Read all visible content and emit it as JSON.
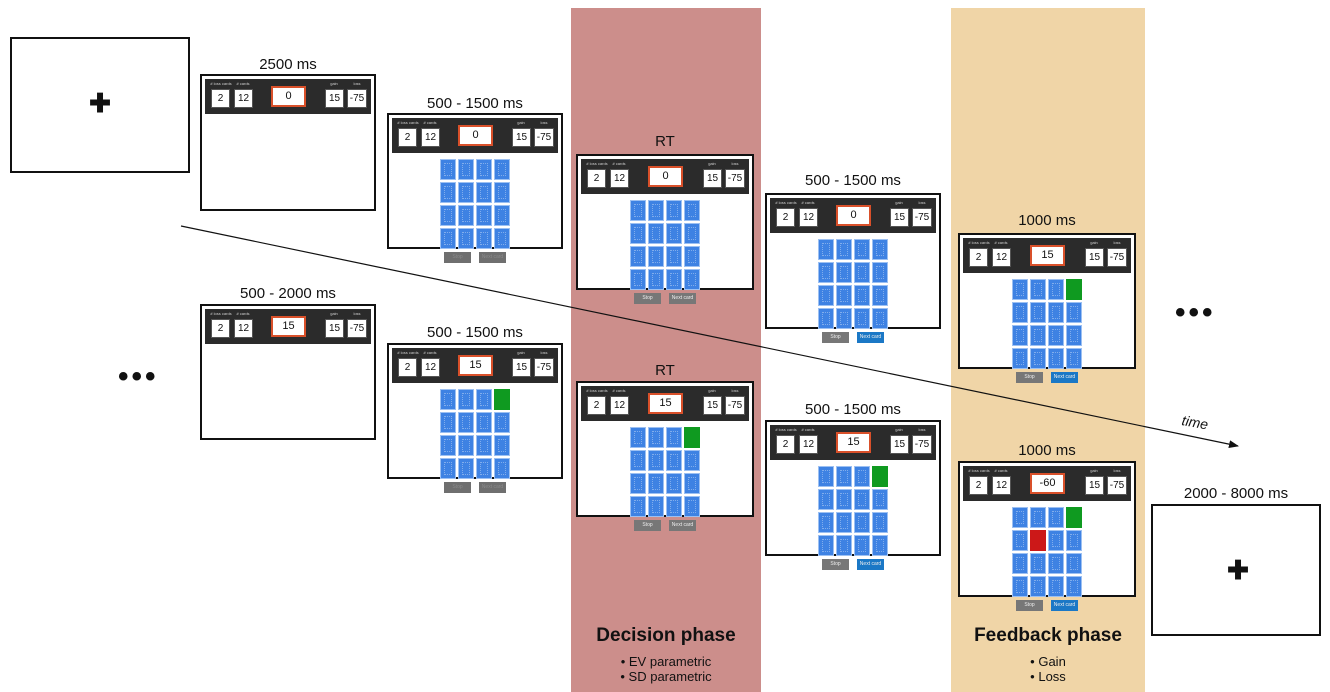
{
  "phases": {
    "decision": {
      "title": "Decision phase",
      "items": [
        "EV parametric",
        "SD parametric"
      ],
      "color": "#cc8e8b"
    },
    "feedback": {
      "title": "Feedback phase",
      "items": [
        "Gain",
        "Loss"
      ],
      "color": "#f0d5a7"
    }
  },
  "fixation_symbol": "✚",
  "ellipsis": "•••",
  "time_label": "time",
  "card_back_color": "#3e82e3",
  "reveal_gain_color": "#0f9a20",
  "reveal_loss_color": "#cc1818",
  "value_box_border_color": "#d9502a",
  "top_row": {
    "durations": [
      "2500 ms",
      "500 - 1500 ms",
      "RT",
      "500 - 1500 ms",
      "1000 ms"
    ],
    "screens": [
      {
        "n_loss": "2",
        "n_cards": "12",
        "value": "0",
        "gain": "15",
        "loss": "-75"
      },
      {
        "n_loss": "2",
        "n_cards": "12",
        "value": "0",
        "gain": "15",
        "loss": "-75",
        "stop": "Stop",
        "next": "Next card"
      },
      {
        "n_loss": "2",
        "n_cards": "12",
        "value": "0",
        "gain": "15",
        "loss": "-75",
        "stop": "Stop",
        "next": "Next card"
      },
      {
        "n_loss": "2",
        "n_cards": "12",
        "value": "0",
        "gain": "15",
        "loss": "-75",
        "stop": "Stop",
        "next": "Next card"
      },
      {
        "n_loss": "2",
        "n_cards": "12",
        "value": "15",
        "gain": "15",
        "loss": "-75",
        "stop": "Stop",
        "next": "Next card"
      }
    ]
  },
  "bottom_row": {
    "durations": [
      "500 - 2000 ms",
      "500 - 1500 ms",
      "RT",
      "500 - 1500 ms",
      "1000 ms",
      "2000 - 8000 ms"
    ],
    "screens": [
      {
        "n_loss": "2",
        "n_cards": "12",
        "value": "15",
        "gain": "15",
        "loss": "-75"
      },
      {
        "n_loss": "2",
        "n_cards": "12",
        "value": "15",
        "gain": "15",
        "loss": "-75",
        "stop": "Stop",
        "next": "Next card"
      },
      {
        "n_loss": "2",
        "n_cards": "12",
        "value": "15",
        "gain": "15",
        "loss": "-75",
        "stop": "Stop",
        "next": "Next card"
      },
      {
        "n_loss": "2",
        "n_cards": "12",
        "value": "15",
        "gain": "15",
        "loss": "-75",
        "stop": "Stop",
        "next": "Next card"
      },
      {
        "n_loss": "2",
        "n_cards": "12",
        "value": "-60",
        "gain": "15",
        "loss": "-75",
        "stop": "Stop",
        "next": "Next card"
      }
    ]
  },
  "header_labels": {
    "n_loss": "# loss cards",
    "n_cards": "# cards",
    "gain": "gain",
    "loss": "loss"
  }
}
